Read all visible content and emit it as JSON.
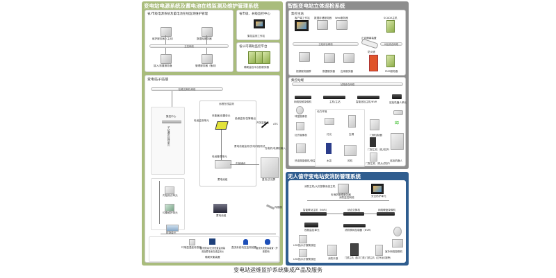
{
  "caption": "变电站运维监护系统集成产品及服务",
  "colors": {
    "green_frame": "#a9bc7c",
    "gray_frame": "#8e8e8e",
    "blue_frame": "#2f5d8f",
    "firewall": "#e0542a",
    "wifi": "#3fbf2f"
  },
  "left_system": {
    "title": "变电站电源系统及蓄电池在线监测及维护管理系统",
    "upper_panel": {
      "title": "省/市级电源系统及蓄电池在线监测维护管理",
      "servers": [
        "维护服务器（主用）",
        "数据库服务器",
        "接入/前置服务器",
        "管理服务器（备用）"
      ],
      "bus": "主控网络"
    },
    "center_panel": {
      "title": "省市级、县级监控中心",
      "pc_label": "集控监测工作站"
    },
    "remote_panel": {
      "title": "省公司辅助监控平台",
      "label": "辅助监控平台各服务器"
    },
    "substation_panel": {
      "title": "变电站子站端",
      "bus": "站端交换机/网络",
      "monitor_box_title": "远程在线监测",
      "items": {
        "center_unit": "集控中心",
        "center_unit_v": "子站通讯处理单元",
        "pc_unit": "电池监测单元",
        "collector": "采集器/前置单元",
        "output": "绝缘监测/告警输出",
        "signal": "开关量输出",
        "ats": "ATS",
        "battery_monitor": "蓄电池组监测/充电内阻测试",
        "bms": "电池管理单元",
        "internal": "内部通讯",
        "cabinet_in": "充电机/电源柜输入",
        "cabinet": "直流/交流屏",
        "battery": "蓄电池组",
        "sensor": "传感器",
        "field_unit": "现场单元",
        "sub_v1": "单体电压/内阻/温度",
        "sub1": "内阻测试单元",
        "sub2": "均衡维护单元",
        "sub_v2": "电池放电/活化维护"
      },
      "aux_panel": {
        "title": "辅助采集装置",
        "items": [
          "环境温湿度传感器",
          "直流绝缘/交流窜直监测装置及蓄电池在线监测仪",
          "直流系统电压监测装置",
          "直流系统绝缘装置（外置模块）"
        ]
      }
    }
  },
  "inspection_system": {
    "title": "智能变电站立体巡检系统",
    "master_panel": {
      "title": "集控主站",
      "items": [
        "客户端工作站",
        "数据存储服务器",
        "Web服务器",
        "SCADA主机",
        "主站综合网络",
        "正向隔离装置",
        "III区综合网络",
        "视频服务器群",
        "数据服务器",
        "应用服务器",
        "防火墙",
        "PMS服务器"
      ]
    },
    "station_panel": {
      "title": "集控站端",
      "bus": "站端综合网络",
      "items": [
        "网络视频录像机",
        "主机/主站",
        "智能巡检主机/NVR",
        "巡检机器人单元",
        "球型摄像机",
        "红外摄像机",
        "热成像摄像机/测温",
        "动力环境",
        "灯光",
        "空调",
        "水泵",
        "风机",
        "门禁控制器",
        "门禁主机（机/防护）",
        "门禁主机（机头/防护）",
        "巡检机器人"
      ]
    }
  },
  "fire_system": {
    "title": "无人值守变电站安消防管理系统",
    "items": [
      "消防主机/火灾报警系统主机",
      "安消防管理服务器",
      "安全防护单元",
      "消防监控网络",
      "智能联动主机（NVR）",
      "综合交换机",
      "网络硬盘录像机",
      "视频监控单元",
      "消防联网控制器（NVR）",
      "LED指示灯报警按钮",
      "LED指示灯报警按钮",
      "消防手报",
      "门禁主机（数字门禁）",
      "门禁主机（红外对射报警）",
      "室外网络摄像机"
    ]
  }
}
